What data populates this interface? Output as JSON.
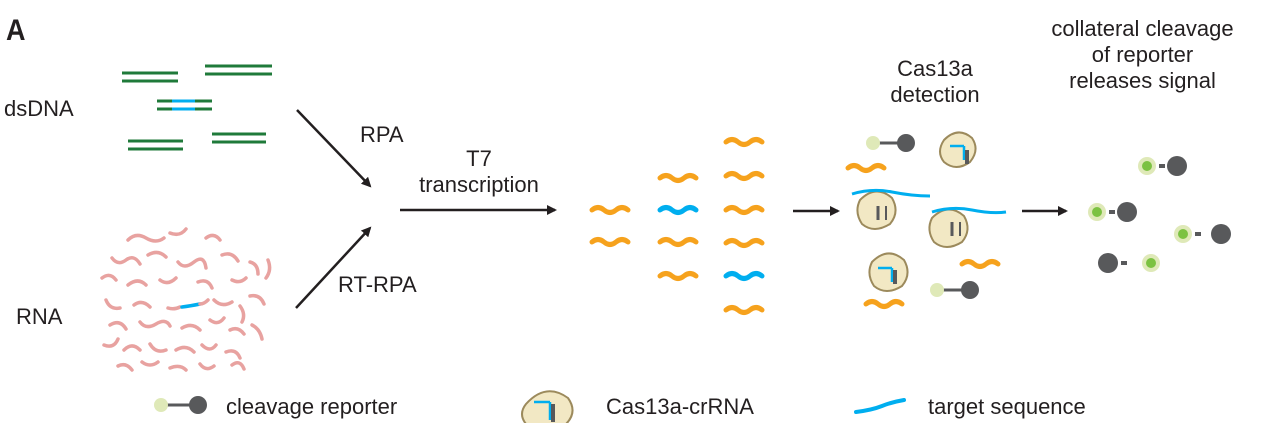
{
  "panel_letter": "A",
  "inputs": {
    "dsdna": "dsDNA",
    "rna": "RNA"
  },
  "steps": {
    "rpa": "RPA",
    "rt_rpa": "RT-RPA",
    "t7": [
      "T7",
      "transcription"
    ],
    "cas13a_detection": [
      "Cas13a",
      "detection"
    ],
    "collateral": [
      "collateral cleavage",
      "of reporter",
      "releases signal"
    ]
  },
  "legend": {
    "reporter": "cleavage reporter",
    "cas13a": "Cas13a-crRNA",
    "target": "target sequence"
  },
  "colors": {
    "dna_green": "#1f7a3a",
    "target_blue": "#00aeef",
    "rna_pink": "#e8a2a0",
    "amplicon_orange": "#f6a21d",
    "enzyme_fill": "#f2e8c4",
    "enzyme_stroke": "#9c8a5c",
    "quencher_gray": "#58595b",
    "fluor_pale": "#dfe9b8",
    "fluor_green": "#7cc242",
    "arrow_black": "#231f20"
  },
  "icons": [
    "reporter-icon",
    "cas13a-crrna-icon",
    "target-sequence-icon"
  ]
}
